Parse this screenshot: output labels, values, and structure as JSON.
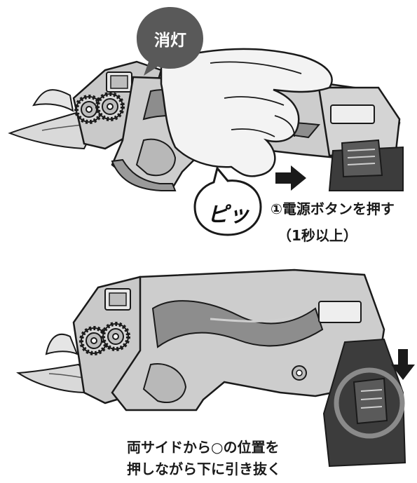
{
  "top_panel": {
    "badge": "消灯",
    "sound": "ピッ",
    "instruction_line1": "①電源ボタンを押す",
    "instruction_line2": "（1秒以上）"
  },
  "bottom_panel": {
    "instruction_line1": "両サイドから○の位置を",
    "instruction_line2": "押しながら下に引き抜く"
  },
  "colors": {
    "tool_light": "#cfcfcf",
    "tool_mid": "#9a9a9a",
    "tool_dark": "#5e5e5e",
    "battery": "#3c3c3c",
    "badge": "#595959",
    "highlight_ring": "#8a8a8a",
    "arrow": "#1a1a1a"
  },
  "icons": [
    "arrow-right-icon",
    "arrow-down-icon",
    "highlight-circle-icon"
  ]
}
